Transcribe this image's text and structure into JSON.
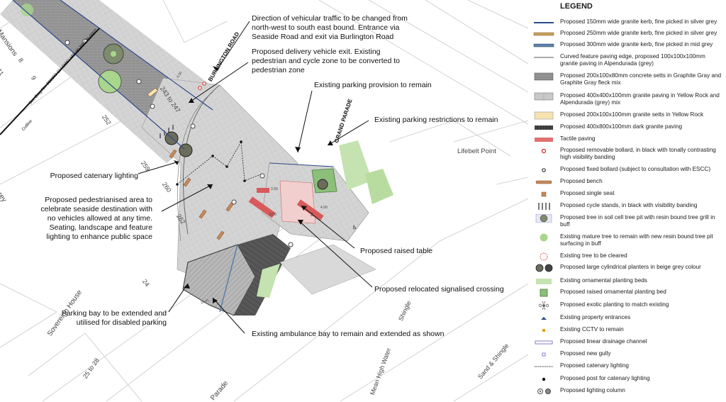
{
  "annotations": {
    "direction_traffic": "Direction of vehicular traffic to be changed from north-west to south east bound.  Entrance via Seaside Road and exit via Burlington Road",
    "delivery_exit": "Proposed delivery vehicle exit. Existing pedestrian and cycle zone to be converted to pedestrian zone",
    "parking_provision": "Existing parking provision to remain",
    "parking_restrictions": "Existing parking restrictions to remain",
    "catenary_lighting": "Proposed catenary lighting",
    "pedestrianised_area": "Proposed pedestrianised area to celebrate seaside destination with no vehicles allowed at any time. Seating, landscape and feature lighting to enhance public space",
    "raised_table": "Proposed raised table",
    "relocated_crossing": "Proposed relocated signalised crossing",
    "parking_bay": "Parking bay to be extended and utilised for disabled parking",
    "ambulance_bay": "Existing ambulance bay to remain and extended as shown"
  },
  "map_labels": {
    "burlington_road": "BURLINGTON ROAD",
    "grand_parade_road": "GRAND PARADE",
    "lifebelt_point": "Lifebelt Point",
    "mansions": "Mansions",
    "orey": "orey",
    "sovereign_house": "Sovereign House",
    "house_numbers": "25 to 28",
    "shingle": "Shingle",
    "sand_shingle": "Sand & Shingle",
    "mean_high_water": "Mean High Water",
    "parade": "Parade",
    "see_dwg": "See Dwg No. 266003-CH-DWG-HW-90-BE-CH-0002",
    "cutline": "Cutline",
    "no_243_247": "243 to 247",
    "no_252": "252",
    "no_259": "259",
    "no_260": "260",
    "no_262": "262",
    "no_24": "24",
    "no_4": "4",
    "no_8": "8",
    "no_11": "11",
    "no_9": "9",
    "no_2": "2",
    "dim_1": "4.00",
    "dim_2": "3.00",
    "dim_3": "8.00",
    "dim_4": "10.41",
    "dim_5": "4.90"
  },
  "legend": {
    "title": "LEGEND",
    "items": [
      {
        "symbol": "kerb-150-icon",
        "color": "#2e4a8c",
        "label": "Proposed 150mm wide granite kerb, fine picked in silver grey"
      },
      {
        "symbol": "kerb-250-icon",
        "color": "#c9a25a",
        "label": "Proposed 250mm wide granite kerb, fine picked in silver grey"
      },
      {
        "symbol": "kerb-300-icon",
        "color": "#5b7fa8",
        "label": "Proposed 300mm wide granite kerb, fine picked in mid grey"
      },
      {
        "symbol": "curved-edge-icon",
        "color": "#555555",
        "label": "Curved feature paving edge, proposed 100x100x100mm granite paving in Alpendurada (grey)"
      },
      {
        "symbol": "concrete-setts-icon",
        "color": "#9a9a9a",
        "label": "Proposed  200x100x80mm concrete setts in Graphite Gray and Graphite Gray fleck mix"
      },
      {
        "symbol": "granite-paving-icon",
        "color": "#c8c8c8",
        "label": "Proposed  400x400x100mm granite paving in Yellow Rock and Alpendurada (grey) mix"
      },
      {
        "symbol": "granite-setts-icon",
        "color": "#f6e3b0",
        "label": "Proposed 200x100x100mm granite setts in Yellow Rock"
      },
      {
        "symbol": "dark-paving-icon",
        "color": "#3a3a3a",
        "label": "Proposed  400x800x100mm dark granite paving"
      },
      {
        "symbol": "tactile-icon",
        "color": "#e07070",
        "label": "Tactile paving"
      },
      {
        "symbol": "removable-bollard-icon",
        "color": "#d62020",
        "label": "Proposed removable bollard, in black with tonally contrasting high visibility banding"
      },
      {
        "symbol": "fixed-bollard-icon",
        "color": "#333333",
        "label": "Proposed fixed bollard (subject to consultation with ESCC)"
      },
      {
        "symbol": "bench-icon",
        "color": "#c58a5a",
        "label": "Proposed bench"
      },
      {
        "symbol": "single-seat-icon",
        "color": "#c58a5a",
        "label": "Proposed single seat"
      },
      {
        "symbol": "cycle-stand-icon",
        "color": "#222222",
        "label": "Proposed cycle stands, in black with visibility banding"
      },
      {
        "symbol": "tree-pit-icon",
        "color": "#7c8c6c",
        "label": "Proposed tree in soil cell tree pit with resin bound tree grill in buff"
      },
      {
        "symbol": "mature-tree-icon",
        "color": "#a8d68c",
        "label": "Existing mature tree to remain with new resin bound tree pit surfacing in buff"
      },
      {
        "symbol": "tree-cleared-icon",
        "color": "#e02020",
        "label": "Existing tree to be cleared"
      },
      {
        "symbol": "planter-icon",
        "color": "#6c6c5c",
        "label": "Proposed large cylindrical planters in beige grey colour"
      },
      {
        "symbol": "planting-bed-icon",
        "color": "#c4e3b0",
        "label": "Existing ornamental planting beds"
      },
      {
        "symbol": "raised-bed-icon",
        "color": "#8cbf7a",
        "label": "Proposed raised ornamental planting bed"
      },
      {
        "symbol": "exotic-planting-icon",
        "color": "#666666",
        "label": "Proposed exotic planting to match existing"
      },
      {
        "symbol": "property-entrance-icon",
        "color": "#2e4a8c",
        "label": "Existing property entrances"
      },
      {
        "symbol": "cctv-icon",
        "color": "#e0a020",
        "label": "Existing CCTV to remain"
      },
      {
        "symbol": "drainage-channel-icon",
        "color": "#6a5acd",
        "label": "Proposed linear drainage channel"
      },
      {
        "symbol": "gully-icon",
        "color": "#6a5acd",
        "label": "Proposed new gully"
      },
      {
        "symbol": "catenary-icon",
        "color": "#333333",
        "label": "Proposed catenary lighting"
      },
      {
        "symbol": "catenary-post-icon",
        "color": "#111111",
        "label": "Proposed post for catenary lighting"
      },
      {
        "symbol": "lighting-column-icon",
        "color": "#666666",
        "label": "Proposed lighting column"
      }
    ]
  }
}
